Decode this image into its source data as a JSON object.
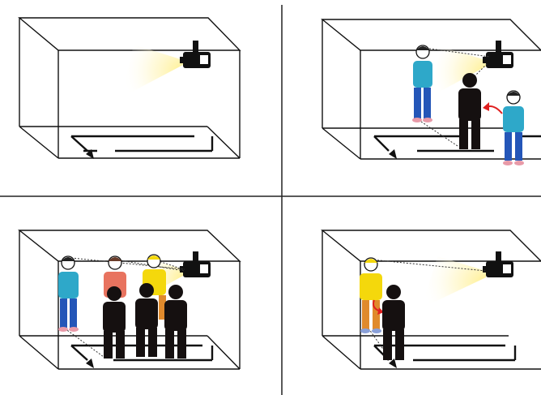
{
  "figure": {
    "panels": [
      {
        "id": "panel-1",
        "people": 0,
        "shadows": 0,
        "arrow": false
      },
      {
        "id": "panel-2",
        "people": 2,
        "shadows": 1,
        "arrow": true
      },
      {
        "id": "panel-3",
        "people": 3,
        "shadows": 3,
        "arrow": false
      },
      {
        "id": "panel-4",
        "people": 1,
        "shadows": 1,
        "arrow": true
      }
    ],
    "colors": {
      "line": "#111111",
      "light": "#fff2a8",
      "shadow": "#151010",
      "person_cyan": "#2ea8c9",
      "person_salmon": "#e8735f",
      "person_yellow": "#f4d80c",
      "pants_blue": "#2456b8",
      "pants_orange": "#e08a2c",
      "arrow_red": "#e02020"
    }
  }
}
